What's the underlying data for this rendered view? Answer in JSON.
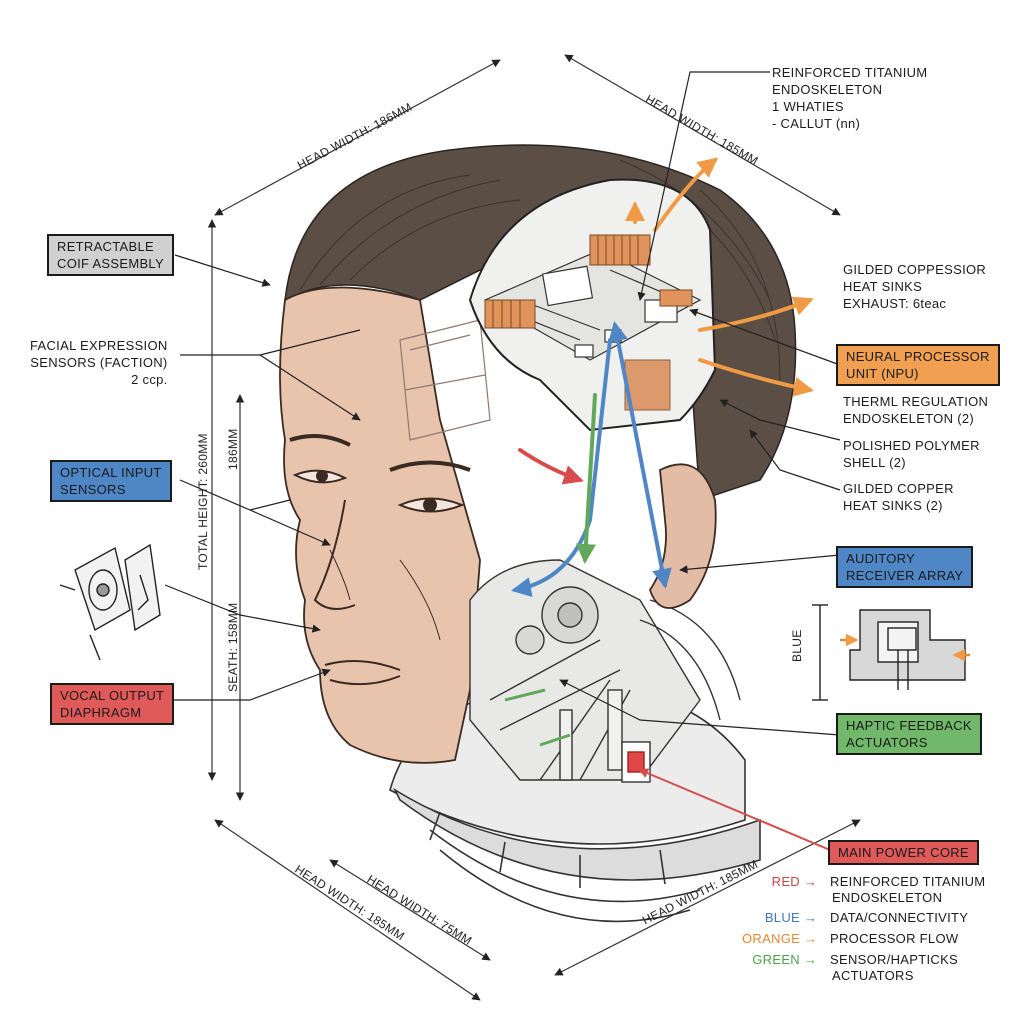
{
  "colors": {
    "red": "#e05a5a",
    "blue": "#4f86c6",
    "orange": "#f0a050",
    "green": "#72b86a",
    "gray_box": "#d0d0d0",
    "line": "#222222"
  },
  "labels": {
    "reinforced_titanium_top": [
      "REINFORCED TITANIUM",
      "ENDOSKELETON",
      "1 WHATIES",
      "- CALLUT (nn)"
    ],
    "retractable_coif": [
      "RETRACTABLE",
      "COIF ASSEMBLY"
    ],
    "facial_expression": [
      "FACIAL EXPRESSION",
      "SENSORS (FACTION)",
      "2 ccp."
    ],
    "optical_input": [
      "OPTICAL INPUT",
      "SENSORS"
    ],
    "vocal_output": [
      "VOCAL OUTPUT",
      "DIAPHRAGM"
    ],
    "gilded_compressor": [
      "GILDED COPPESSIOR",
      "HEAT SINKS",
      "EXHAUST: 6teac"
    ],
    "neural_processor": [
      "NEURAL PROCESSOR",
      "UNIT (NPU)"
    ],
    "thermal_regulation": [
      "THERML REGULATION",
      "ENDOSKELETON (2)"
    ],
    "polished_polymer": [
      "POLISHED POLYMER",
      "SHELL (2)"
    ],
    "gilded_copper": [
      "GILDED COPPER",
      "HEAT SINKS (2)"
    ],
    "auditory_receiver": [
      "AUDITORY",
      "RECEIVER ARRAY"
    ],
    "blue_detail": "BLUE",
    "haptic_feedback": [
      "HAPTIC FEEDBACK",
      "ACTUATORS"
    ],
    "main_power_core": "MAIN POWER CORE"
  },
  "dimensions": {
    "head_width_top_left": "HEAD WIDTH: 186mm",
    "head_width_top_right": "HEAD WIDTH: 185mm",
    "total_height": "TOTAL HEIGHT: 260mm",
    "height_186": "186mm",
    "seath": "SEATH: 158mm",
    "head_width_bottom_left": "HEAD WIDTH: 185mm",
    "head_width_bottom_mid": "HEAD WIDTH: 75mm",
    "head_width_bottom_right": "HEAD WIDTH: 185mm"
  },
  "legend": [
    {
      "key": "RED",
      "color": "#c84848",
      "text": [
        "REINFORCED TITANIUM",
        "ENDOSKELETON"
      ]
    },
    {
      "key": "BLUE",
      "color": "#3f78c0",
      "text": [
        "DATA/CONNECTIVITY"
      ]
    },
    {
      "key": "ORANGE",
      "color": "#e08a30",
      "text": [
        "PROCESSOR FLOW"
      ]
    },
    {
      "key": "GREEN",
      "color": "#4ea04a",
      "text": [
        "SENSOR/HAPTICKS",
        "ACTUATORS"
      ]
    }
  ]
}
